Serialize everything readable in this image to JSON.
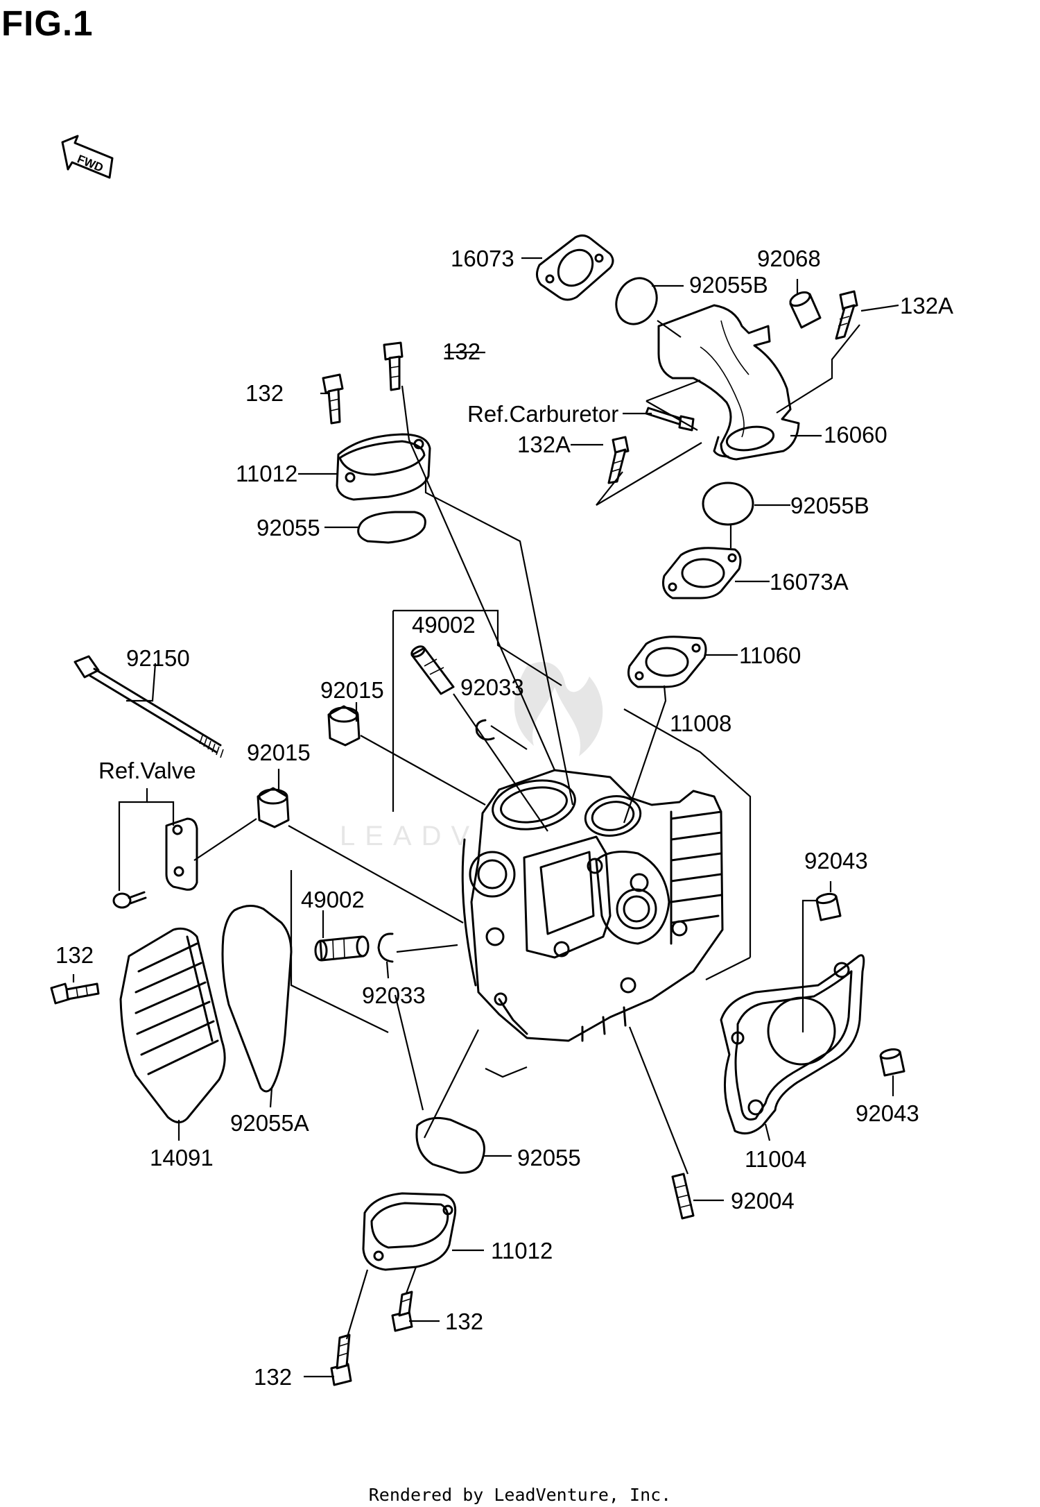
{
  "figure": {
    "title": "FIG.1"
  },
  "direction_badge": {
    "text": "FWD"
  },
  "callouts": {
    "c16073": "16073",
    "c92068": "92068",
    "c92055B_top": "92055B",
    "c132A_top": "132A",
    "c132_top_right": "132",
    "c132_top_left": "132",
    "c_ref_carb": "Ref.Carburetor",
    "c132A_mid": "132A",
    "c16060": "16060",
    "c11012_top": "11012",
    "c92055B_mid": "92055B",
    "c92055_top": "92055",
    "c16073A": "16073A",
    "c49002_top": "49002",
    "c11060": "11060",
    "c92150": "92150",
    "c92033_top": "92033",
    "c92015_a": "92015",
    "c11008": "11008",
    "c92015_b": "92015",
    "c_ref_valve": "Ref.Valve",
    "c92043_top": "92043",
    "c49002_mid": "49002",
    "c132_left": "132",
    "c92033_mid": "92033",
    "c92055A": "92055A",
    "c14091": "14091",
    "c92043_bot": "92043",
    "c11004": "11004",
    "c92055_bot": "92055",
    "c92004": "92004",
    "c11012_bot": "11012",
    "c132_bot_right": "132",
    "c132_bot_left": "132"
  },
  "watermark": "LEADVENTURE",
  "footer": {
    "credit": "Rendered by LeadVenture, Inc."
  }
}
